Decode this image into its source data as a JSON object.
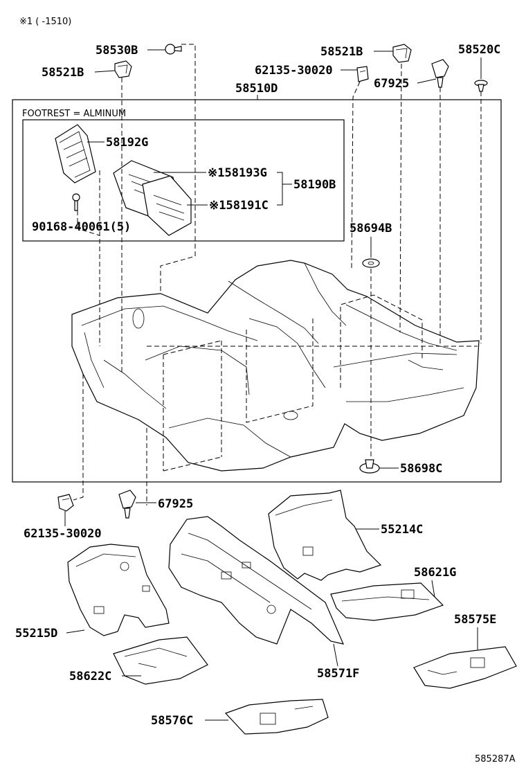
{
  "header_note": "※1 (      -1510)",
  "figure_id": "585287A",
  "footrest_label": "FOOTREST = ALMINUM",
  "labels": {
    "p58530B": "58530B",
    "p58521B_left": "58521B",
    "p58521B_right": "58521B",
    "p58520C": "58520C",
    "p62135_top": "62135-30020",
    "p67925_top": "67925",
    "p58510D": "58510D",
    "p58192G": "58192G",
    "p58193G": "※158193G",
    "p58190B": "58190B",
    "p58191C": "※158191C",
    "p90168": "90168-40061(5)",
    "p58694B": "58694B",
    "p58698C": "58698C",
    "p62135_bottom": "62135-30020",
    "p67925_bottom": "67925",
    "p55214C": "55214C",
    "p58621G": "58621G",
    "p55215D": "55215D",
    "p58575E": "58575E",
    "p58622C": "58622C",
    "p58571F": "58571F",
    "p58576C": "58576C"
  }
}
